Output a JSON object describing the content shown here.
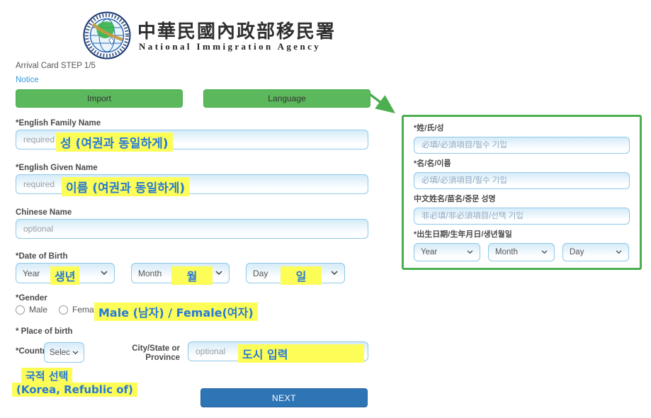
{
  "page": {
    "title_zh": "中華民國內政部移民署",
    "title_en": "National Immigration Agency",
    "step": "Arrival Card STEP 1/5",
    "notice_link": "Notice"
  },
  "toolbar": {
    "import_label": "Import",
    "language_label": "Language"
  },
  "form": {
    "family_name": {
      "label": "*English Family Name",
      "placeholder": "required",
      "annotation": "성 (여권과 동일하게)"
    },
    "given_name": {
      "label": "*English Given Name",
      "placeholder": "required",
      "annotation": "이름 (여권과 동일하게)"
    },
    "chinese_name": {
      "label": "Chinese Name",
      "placeholder": "optional"
    },
    "dob": {
      "label": "*Date of Birth",
      "year": "Year",
      "month": "Month",
      "day": "Day",
      "year_annotation": "생년",
      "month_annotation": "월",
      "day_annotation": "일"
    },
    "gender": {
      "label": "*Gender",
      "male": "Male",
      "female": "Female",
      "annotation": "Male (남자) / Female(여자)"
    },
    "pob": {
      "label": "* Place of birth",
      "country_label": "*Countr",
      "country_value": "Selec",
      "city_label_line1": "City/State or",
      "city_label_line2": "Province",
      "city_placeholder": "optional",
      "city_annotation": "도시 입력",
      "note_line1": "국적 선택",
      "note_line2": "(Korea, Refublic of)"
    },
    "next_label": "NEXT"
  },
  "translation_panel": {
    "surname": {
      "label": "*姓/氏/성",
      "placeholder": "必填/必須項目/필수 기입"
    },
    "given": {
      "label": "*名/名/이름",
      "placeholder": "必填/必須項目/필수 기입"
    },
    "chinese": {
      "label": "中文姓名/苗名/중문 성명",
      "placeholder": "非必填/非必須項目/선택 기입"
    },
    "dob": {
      "label": "*出生日期/生年月日/생년월일",
      "year": "Year",
      "month": "Month",
      "day": "Day"
    }
  },
  "icons": {
    "logo": "nia-globe-logo",
    "chevron": "chevron-down",
    "arrow": "green-annotation-arrow",
    "radio": "radio-circle"
  },
  "colors": {
    "button_green": "#5cb85c",
    "panel_border_green": "#4bae4f",
    "next_blue": "#2e75b6",
    "highlight_yellow": "#fdfd57",
    "annotation_blue": "#2879d8",
    "input_border": "#8fc8ea",
    "notice_blue": "#3a99d8"
  }
}
